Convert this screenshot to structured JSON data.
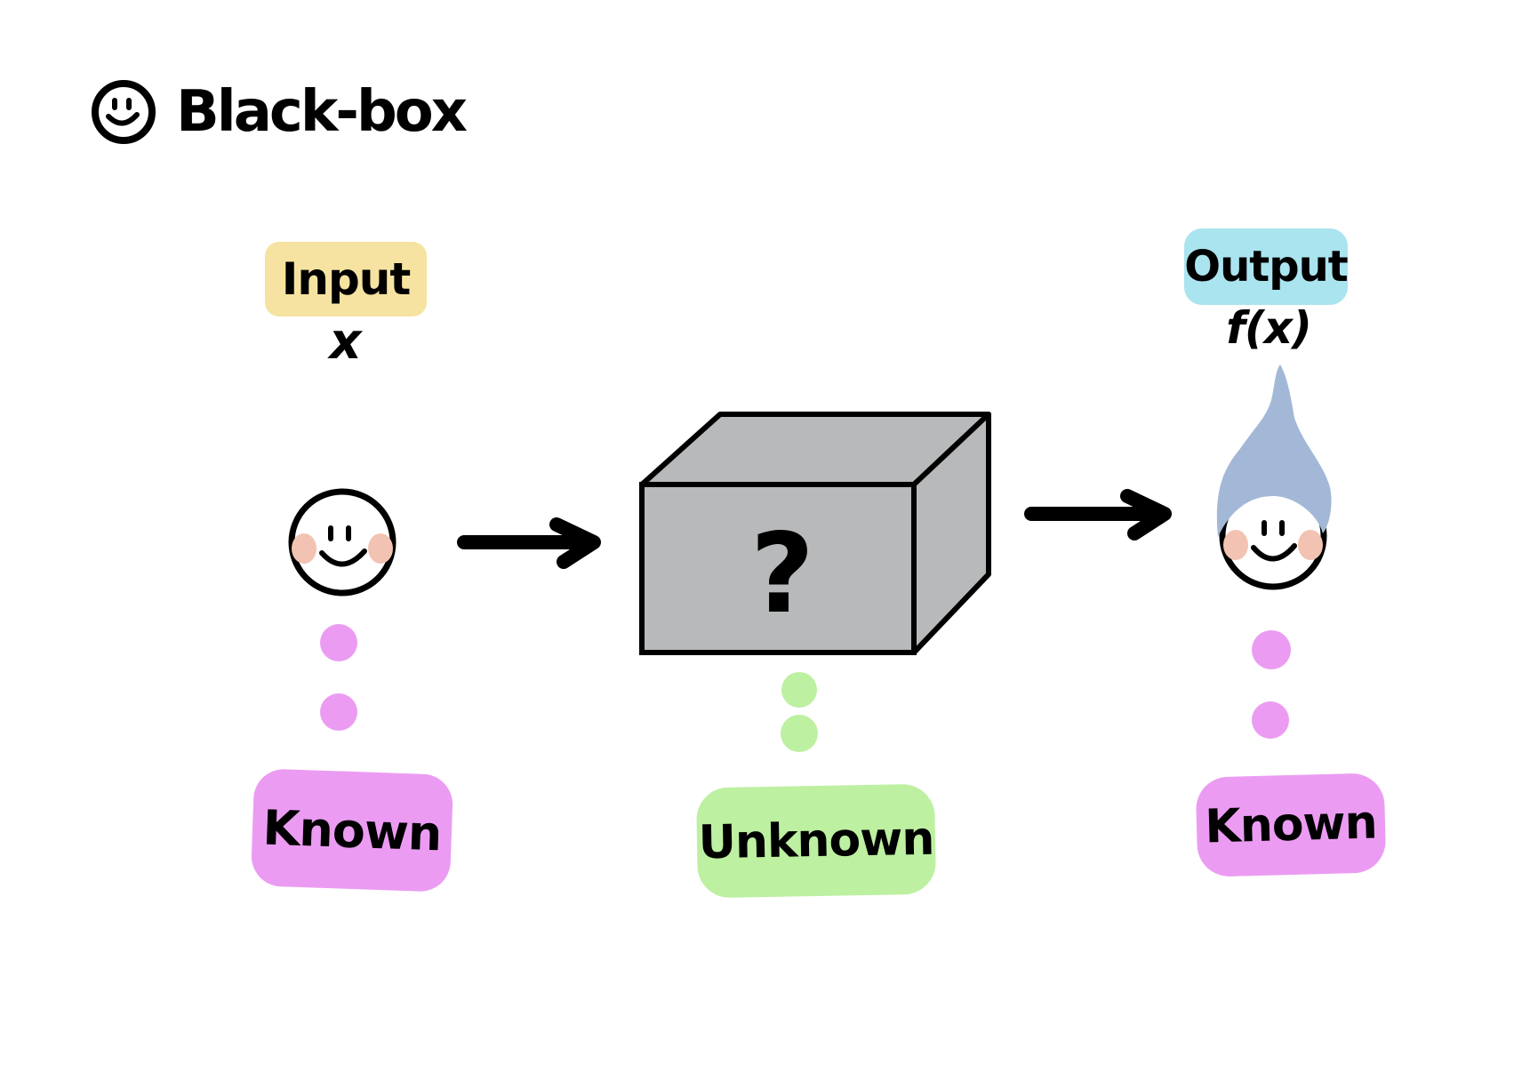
{
  "title": {
    "icon": "smiley-icon",
    "text": "Black-box"
  },
  "input": {
    "label": "Input",
    "variable": "x",
    "status": "Known",
    "label_color": "#f6e3a1",
    "status_color": "#eb9cf2"
  },
  "blackbox": {
    "symbol": "?",
    "status": "Unknown",
    "box_color": "#b7b9ba",
    "status_color": "#bdf0a1"
  },
  "output": {
    "label": "Output",
    "function": "f(x)",
    "status": "Known",
    "label_color": "#aae4ef",
    "status_color": "#eb9cf2",
    "hat_color": "#a3b8d6"
  },
  "colors": {
    "cheek": "#f2c3b2",
    "dot_pink": "#eb9cf2",
    "dot_green": "#bdf0a1",
    "outline": "#000000"
  }
}
